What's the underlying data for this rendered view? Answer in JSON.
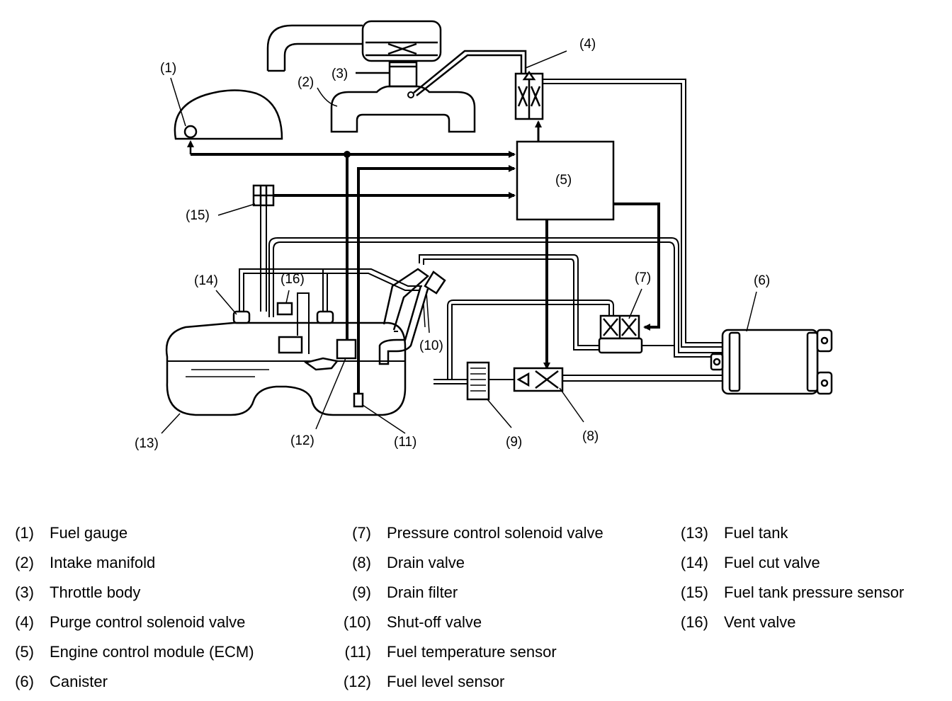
{
  "callouts": {
    "c1": "(1)",
    "c2": "(2)",
    "c3": "(3)",
    "c4": "(4)",
    "c5": "(5)",
    "c6": "(6)",
    "c7": "(7)",
    "c8": "(8)",
    "c9": "(9)",
    "c10": "(10)",
    "c11": "(11)",
    "c12": "(12)",
    "c13": "(13)",
    "c14": "(14)",
    "c15": "(15)",
    "c16": "(16)"
  },
  "legend": {
    "col1": [
      {
        "num": "(1)",
        "text": "Fuel gauge"
      },
      {
        "num": "(2)",
        "text": "Intake manifold"
      },
      {
        "num": "(3)",
        "text": "Throttle body"
      },
      {
        "num": "(4)",
        "text": "Purge control solenoid valve"
      },
      {
        "num": "(5)",
        "text": "Engine control module (ECM)"
      },
      {
        "num": "(6)",
        "text": "Canister"
      }
    ],
    "col2": [
      {
        "num": "(7)",
        "text": "Pressure control solenoid valve"
      },
      {
        "num": "(8)",
        "text": "Drain valve"
      },
      {
        "num": "(9)",
        "text": "Drain filter"
      },
      {
        "num": "(10)",
        "text": "Shut-off valve"
      },
      {
        "num": "(11)",
        "text": "Fuel temperature sensor"
      },
      {
        "num": "(12)",
        "text": "Fuel level sensor"
      }
    ],
    "col3": [
      {
        "num": "(13)",
        "text": "Fuel tank"
      },
      {
        "num": "(14)",
        "text": "Fuel cut valve"
      },
      {
        "num": "(15)",
        "text": "Fuel tank pressure sensor"
      },
      {
        "num": "(16)",
        "text": "Vent valve"
      }
    ]
  }
}
